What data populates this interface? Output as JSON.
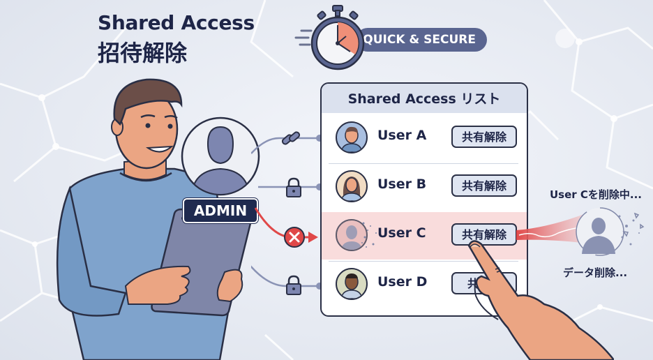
{
  "header": {
    "title_en": "Shared Access",
    "title_ja": "招待解除",
    "badge": "QUICK & SECURE"
  },
  "icons": {
    "stopwatch": "stopwatch-icon",
    "link": "link-icon",
    "lock": "lock-icon",
    "remove": "x-circle-icon",
    "tablet_logo": "apple-logo-icon"
  },
  "admin": {
    "label": "ADMIN"
  },
  "panel": {
    "title": "Shared Access リスト",
    "users": [
      {
        "name": "User A",
        "action": "共有解除",
        "connector": "link",
        "state": "active"
      },
      {
        "name": "User B",
        "action": "共有解除",
        "connector": "lock",
        "state": "active"
      },
      {
        "name": "User C",
        "action": "共有解除",
        "connector": "remove",
        "state": "removing"
      },
      {
        "name": "User D",
        "action": "共有解",
        "connector": "lock",
        "state": "active"
      }
    ]
  },
  "status": {
    "deleting": "User Cを削除中...",
    "data_deleting": "データ削除..."
  },
  "colors": {
    "navy": "#1e2547",
    "badge_bg": "#5a6590",
    "panel_header": "#dbe1ee",
    "button_bg": "#dfe5f1",
    "remove_red": "#e04848",
    "removing_row": "#f9dcdc",
    "sweater": "#7fa3cc"
  }
}
